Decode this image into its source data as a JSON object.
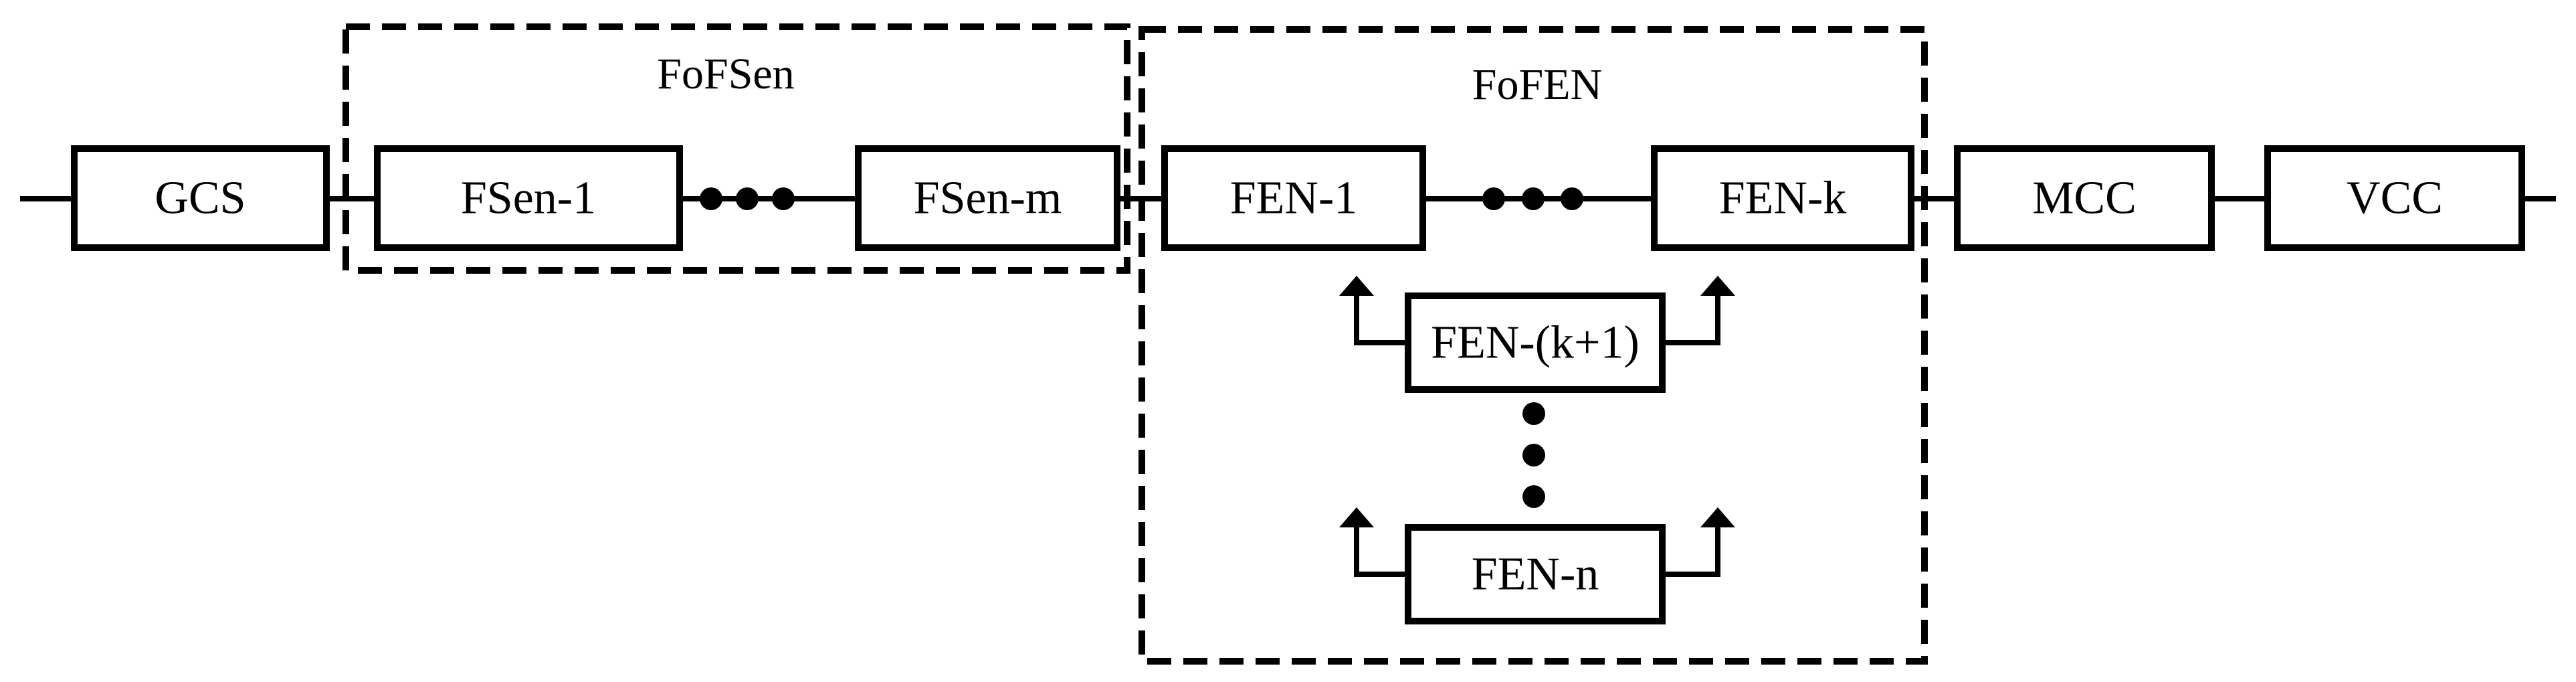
{
  "groups": {
    "fofsen": "FoFSen",
    "fofen": "FoFEN"
  },
  "blocks": {
    "gcs": "GCS",
    "fsen_1": "FSen-1",
    "fsen_m": "FSen-m",
    "fen_1": "FEN-1",
    "fen_k": "FEN-k",
    "mcc": "MCC",
    "vcc": "VCC",
    "fen_k_plus_1": "FEN-(k+1)",
    "fen_n": "FEN-n"
  },
  "colors": {
    "stroke": "#000000",
    "background": "#ffffff"
  }
}
